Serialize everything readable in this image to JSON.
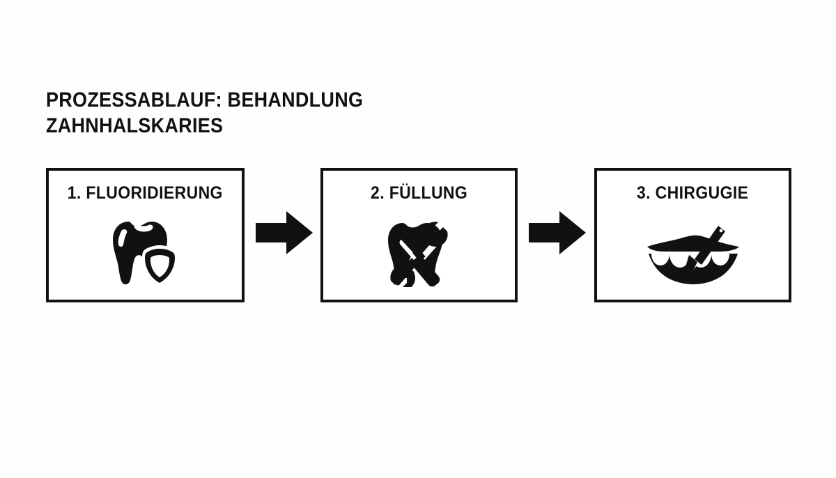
{
  "page": {
    "background_color": "#fefefe",
    "ink_color": "#111111"
  },
  "title": {
    "text": "PROZESSABLAUF: BEHANDLUNG\nZAHNHALSKARIES",
    "line1": "PROZESSABLAUF: BEHANDLUNG",
    "line2": "ZAHNHALSKARIES"
  },
  "flow": {
    "steps": [
      {
        "number": "1.",
        "label": "1. FLUORIDIERUNG",
        "icon": "tooth-shield-icon"
      },
      {
        "number": "2.",
        "label": "2. FÜLLUNG",
        "icon": "tooth-tools-icon"
      },
      {
        "number": "3.",
        "label": "3. CHIRGUGIE",
        "icon": "mouth-scalpel-icon"
      }
    ],
    "connectors": [
      {
        "icon": "arrow-right-icon"
      },
      {
        "icon": "arrow-right-icon"
      }
    ]
  }
}
